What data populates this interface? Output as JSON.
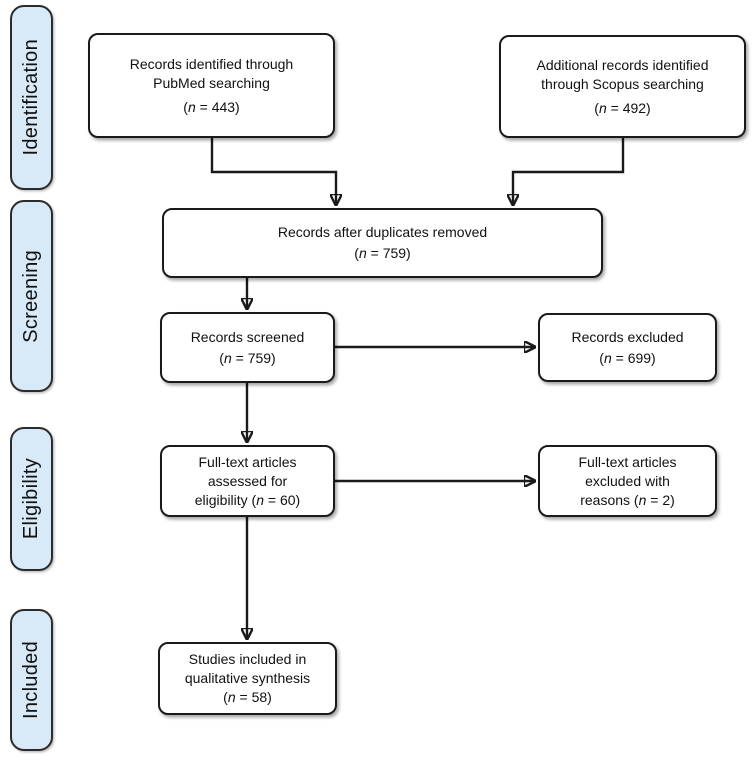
{
  "diagram": {
    "type": "prisma-flowchart",
    "background": "#ffffff",
    "box_fill": "#ffffff",
    "box_border_color": "#1a1a1a",
    "arrow_color": "#1a1a1a",
    "stage_fill": "#d8e9f8",
    "stage_border_color": "#2b2b2b"
  },
  "stages": [
    {
      "label": "Identification"
    },
    {
      "label": "Screening"
    },
    {
      "label": "Eligibility"
    },
    {
      "label": "Included"
    }
  ],
  "boxes": [
    {
      "lines": [
        "Records identified through",
        "PubMed searching"
      ],
      "count": {
        "open": "(",
        "n": "n",
        "rest": " = 443)"
      }
    },
    {
      "lines": [
        "Additional records identified",
        "through Scopus searching"
      ],
      "count": {
        "open": "(",
        "n": "n",
        "rest": " = 492)"
      }
    },
    {
      "lines": [
        "Records after duplicates removed"
      ],
      "count": {
        "open": "(",
        "n": "n",
        "rest": " = 759)"
      }
    },
    {
      "lines": [
        "Records screened"
      ],
      "count": {
        "open": "(",
        "n": "n",
        "rest": " = 759)"
      }
    },
    {
      "lines": [
        "Records excluded"
      ],
      "count": {
        "open": "(",
        "n": "n",
        "rest": " = 699)"
      }
    },
    {
      "lines": [
        "Full-text articles",
        "assessed for",
        "eligibility"
      ],
      "count": {
        "open": " (",
        "n": "n",
        "rest": " = 60)"
      }
    },
    {
      "lines": [
        "Full-text articles",
        "excluded with",
        "reasons"
      ],
      "count": {
        "open": " (",
        "n": "n",
        "rest": " = 2)"
      }
    },
    {
      "lines": [
        "Studies included in",
        "qualitative synthesis"
      ],
      "count": {
        "open": "(",
        "n": "n",
        "rest": " = 58)"
      }
    }
  ]
}
